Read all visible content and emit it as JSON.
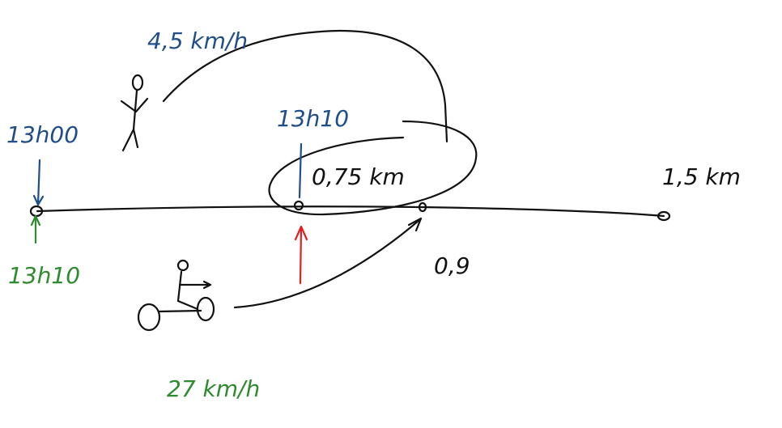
{
  "colors": {
    "ink": "#111111",
    "blue": "#1f4e8a",
    "green": "#2e8b2e",
    "red": "#e02020"
  },
  "icons": {
    "walker": "stick-figure-icon",
    "rider": "bicycle-rider-icon"
  },
  "labels": {
    "walker_speed": "4,5 km/h",
    "walker_start_time": "13h00",
    "walker_arrival_time": "13h10",
    "rider_start_time": "13h10",
    "meeting_distance": "0,75 km",
    "overtake_point": "0,9",
    "total_distance": "1,5 km",
    "rider_speed": "27 km/h"
  },
  "markers": {
    "start": 0,
    "walker_position": 0.75,
    "overtake_position": 0.9,
    "end": 1.5
  }
}
